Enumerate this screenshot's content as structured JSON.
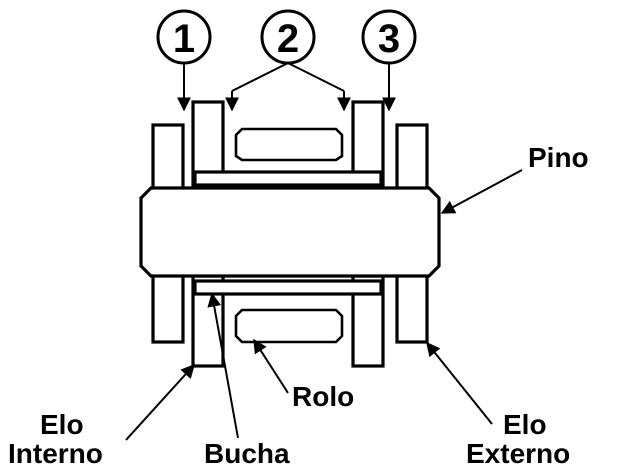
{
  "callouts": {
    "one": "1",
    "two": "2",
    "three": "3"
  },
  "labels": {
    "pino": "Pino",
    "rolo": "Rolo",
    "bucha": "Bucha",
    "elo_interno_line1": "Elo",
    "elo_interno_line2": "Interno",
    "elo_externo_line1": "Elo",
    "elo_externo_line2": "Externo"
  },
  "colors": {
    "ink": "#000000",
    "paper": "#ffffff"
  }
}
